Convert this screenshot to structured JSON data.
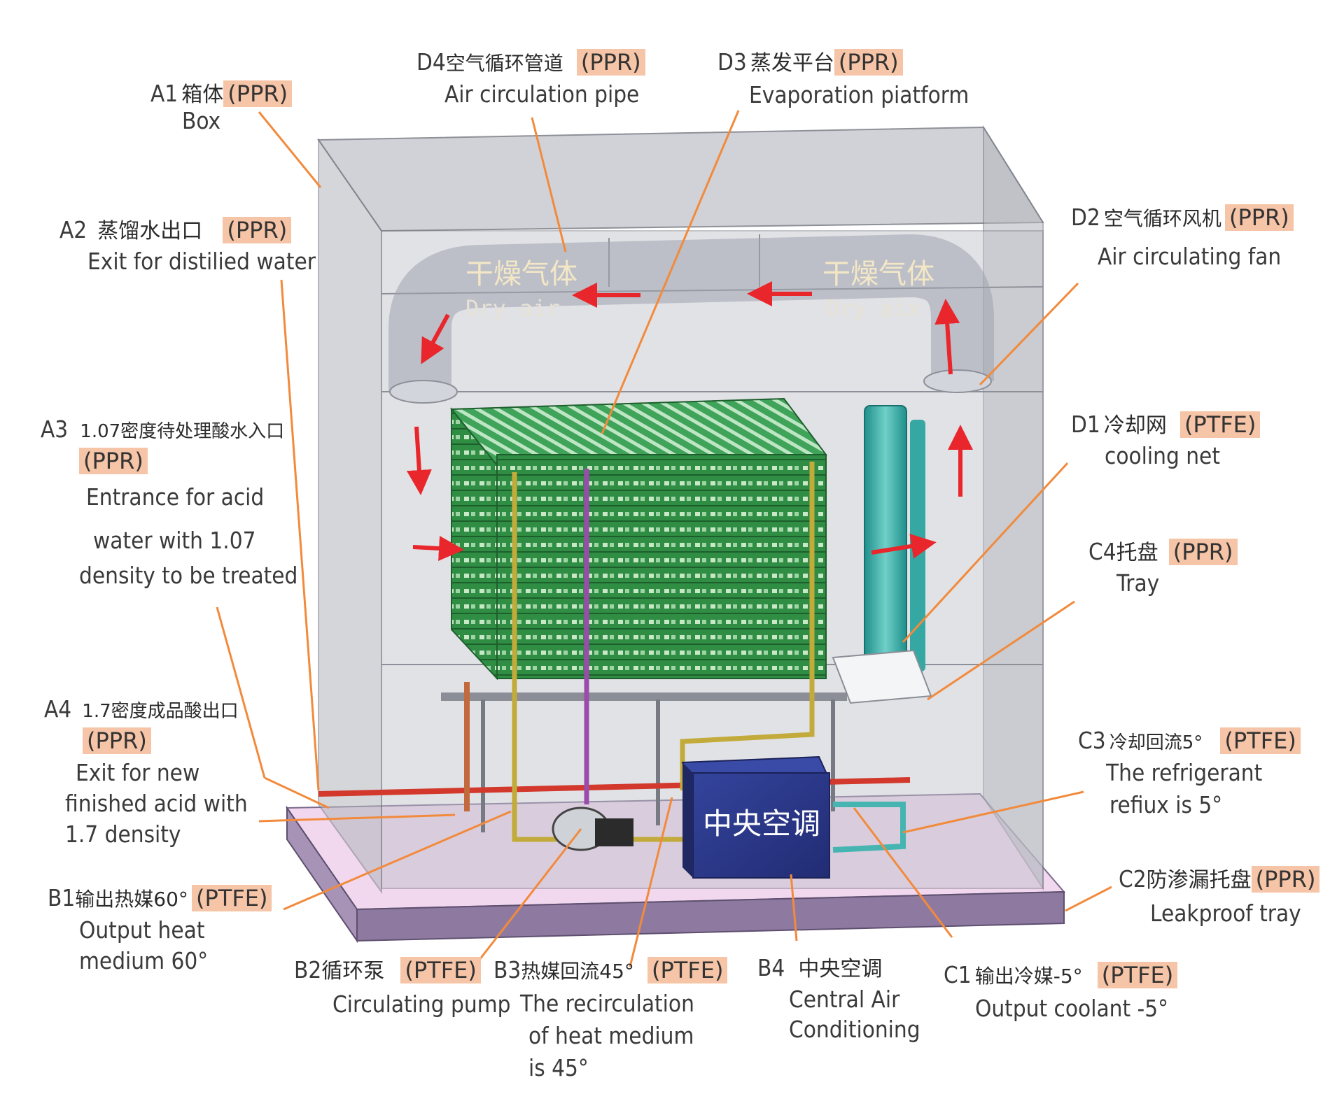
{
  "colors": {
    "leader": "#f28a3c",
    "arrow": "#e8262b",
    "material_bg": "#f6c4a6",
    "box_glass": "#b9bcc4",
    "base": "#8e7aa0",
    "evaporator": "#2e8c47",
    "cooling_net": "#2aa6a3",
    "air_conditioner": "#2e3a8c"
  },
  "labels": {
    "A1": {
      "code": "A1",
      "cn": "箱体",
      "material": "(PPR)",
      "en": [
        "Box"
      ]
    },
    "A2": {
      "code": "A2",
      "cn": "蒸馏水出口",
      "material": "(PPR)",
      "en": [
        "Exit for distilied water"
      ]
    },
    "A3": {
      "code": "A3",
      "cn": "1.07密度待处理酸水入口",
      "material": "(PPR)",
      "en": [
        "Entrance  for acid",
        "water with 1.07",
        "density  to be treated"
      ]
    },
    "A4": {
      "code": "A4",
      "cn": "1.7密度成品酸出口",
      "material": "(PPR)",
      "en": [
        "Exit for new",
        "finished acid with",
        "1.7  density"
      ]
    },
    "B1": {
      "code": "B1",
      "cn": "输出热媒60°",
      "material": "(PTFE)",
      "en": [
        "Output heat",
        "medium 60°"
      ]
    },
    "B2": {
      "code": "B2",
      "cn": "循环泵",
      "material": "(PTFE)",
      "en": [
        "Circulating pump"
      ]
    },
    "B3": {
      "code": "B3",
      "cn": "热媒回流45°",
      "material": "(PTFE)",
      "en": [
        "The recirculation",
        "of heat medium",
        "is 45°"
      ]
    },
    "B4": {
      "code": "B4",
      "cn": "中央空调",
      "material": "",
      "en": [
        "Central  Air",
        "Conditioning"
      ]
    },
    "C1": {
      "code": "C1",
      "cn": "输出冷媒-5°",
      "material": "(PTFE)",
      "en": [
        "Output coolant  -5°"
      ]
    },
    "C2": {
      "code": "C2",
      "cn": "防渗漏托盘",
      "material": "(PPR)",
      "en": [
        "Leakproof tray"
      ]
    },
    "C3": {
      "code": "C3",
      "cn": "冷却回流5°",
      "material": "(PTFE)",
      "en": [
        "The refrigerant",
        "refiux is 5°"
      ]
    },
    "C4": {
      "code": "C4",
      "cn": "托盘",
      "material": "(PPR)",
      "en": [
        "Tray"
      ]
    },
    "D1": {
      "code": "D1",
      "cn": "冷却网",
      "material": "(PTFE)",
      "en": [
        "cooling net"
      ]
    },
    "D2": {
      "code": "D2",
      "cn": "空气循环风机",
      "material": "(PPR)",
      "en": [
        "Air circulating fan"
      ]
    },
    "D3": {
      "code": "D3",
      "cn": "蒸发平台",
      "material": "(PPR)",
      "en": [
        "Evaporation piatform"
      ]
    },
    "D4": {
      "code": "D4",
      "cn": "空气循环管道",
      "material": "(PPR)",
      "en": [
        "Air circulation pipe"
      ]
    }
  },
  "overlay": {
    "dry_gas_cn": "干燥气体",
    "dry_air_left": "Dry air",
    "dry_air_right": "Dry aix",
    "central_ac_cn": "中央空调"
  }
}
